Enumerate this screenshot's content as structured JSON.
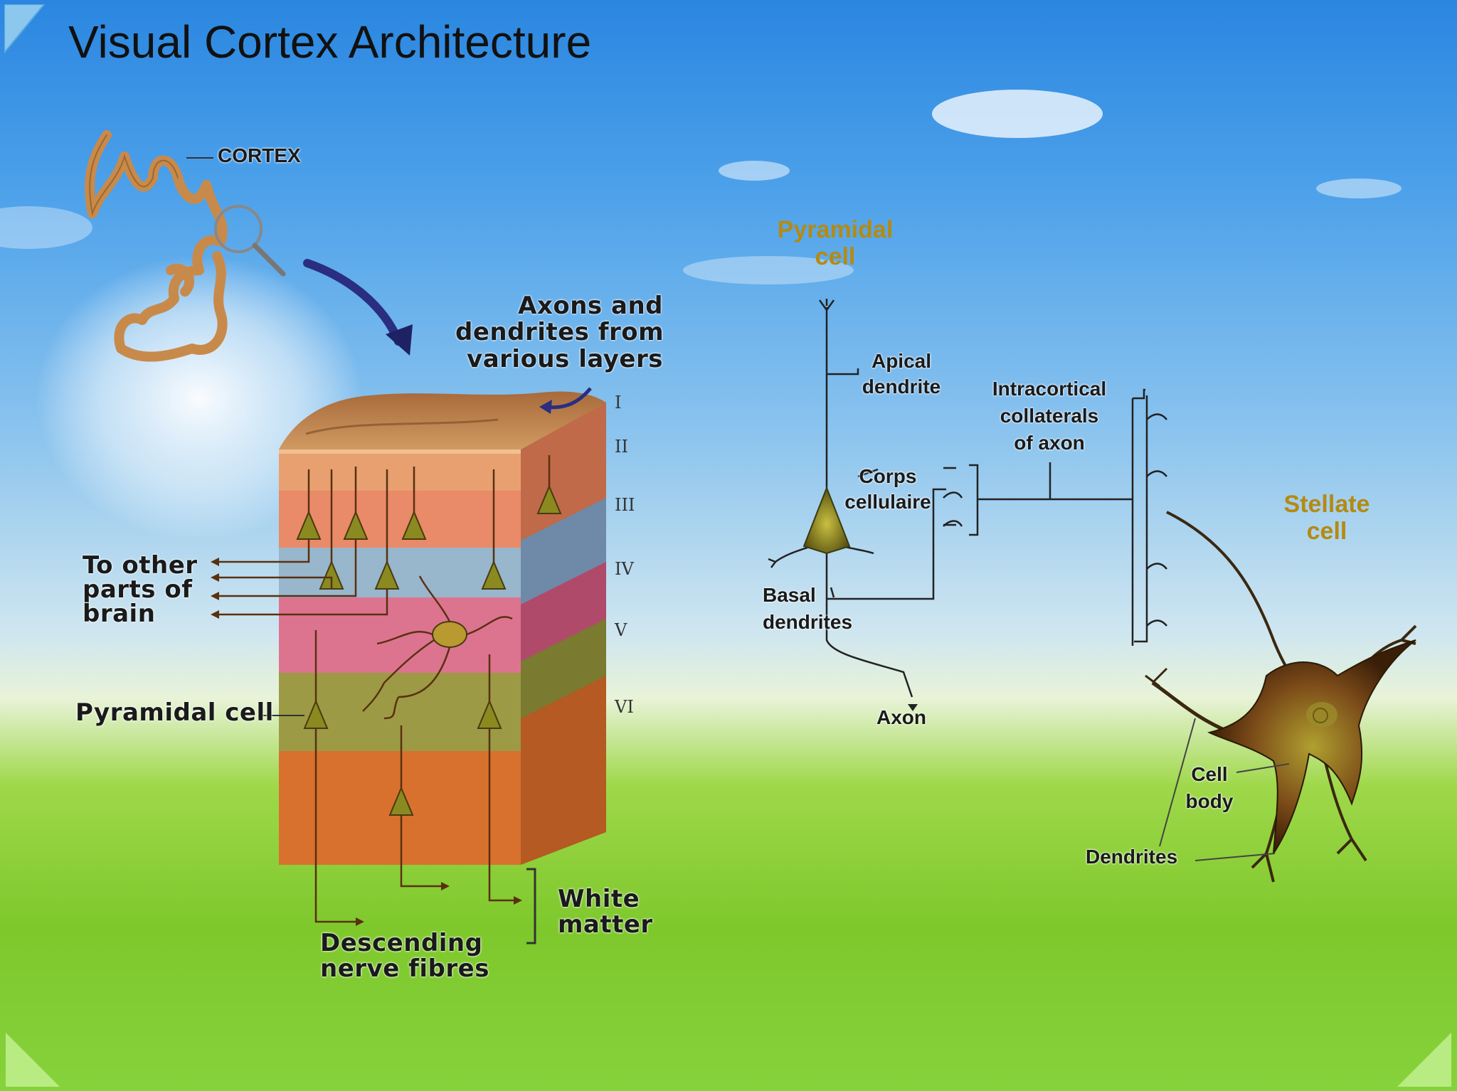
{
  "slide": {
    "title": "Visual Cortex Architecture"
  },
  "left_diagram": {
    "cortex_label": "CORTEX",
    "axons_label": [
      "Axons and",
      "dendrites from",
      "various layers"
    ],
    "layers": [
      "I",
      "II",
      "III",
      "IV",
      "V",
      "VI"
    ],
    "other_parts_label": [
      "To other",
      "parts of",
      "brain"
    ],
    "pyramidal_label": "Pyramidal cell",
    "white_matter_label": [
      "White",
      "matter"
    ],
    "descending_label": [
      "Descending",
      "nerve fibres"
    ]
  },
  "right_diagram": {
    "pyramidal_title": [
      "Pyramidal",
      "cell"
    ],
    "apical_label": [
      "Apical",
      "dendrite"
    ],
    "intracortical_label": [
      "Intracortical",
      "collaterals",
      "of axon"
    ],
    "corps_label": [
      "Corps",
      "cellulaire"
    ],
    "basal_label": [
      "Basal",
      "dendrites"
    ],
    "axon_label": "Axon",
    "stellate_title": [
      "Stellate",
      "cell"
    ],
    "cell_body_label": [
      "Cell",
      "body"
    ],
    "dendrites_label": "Dendrites"
  },
  "colors": {
    "sky_top": "#2a86e0",
    "grass": "#7ec82c",
    "gold_label": "#b58a12",
    "layer_salmon": "#e98a68",
    "layer_blue": "#98b6cc",
    "layer_pink": "#dc7490",
    "layer_olive": "#9c9a45",
    "layer_orange": "#d8712e"
  }
}
